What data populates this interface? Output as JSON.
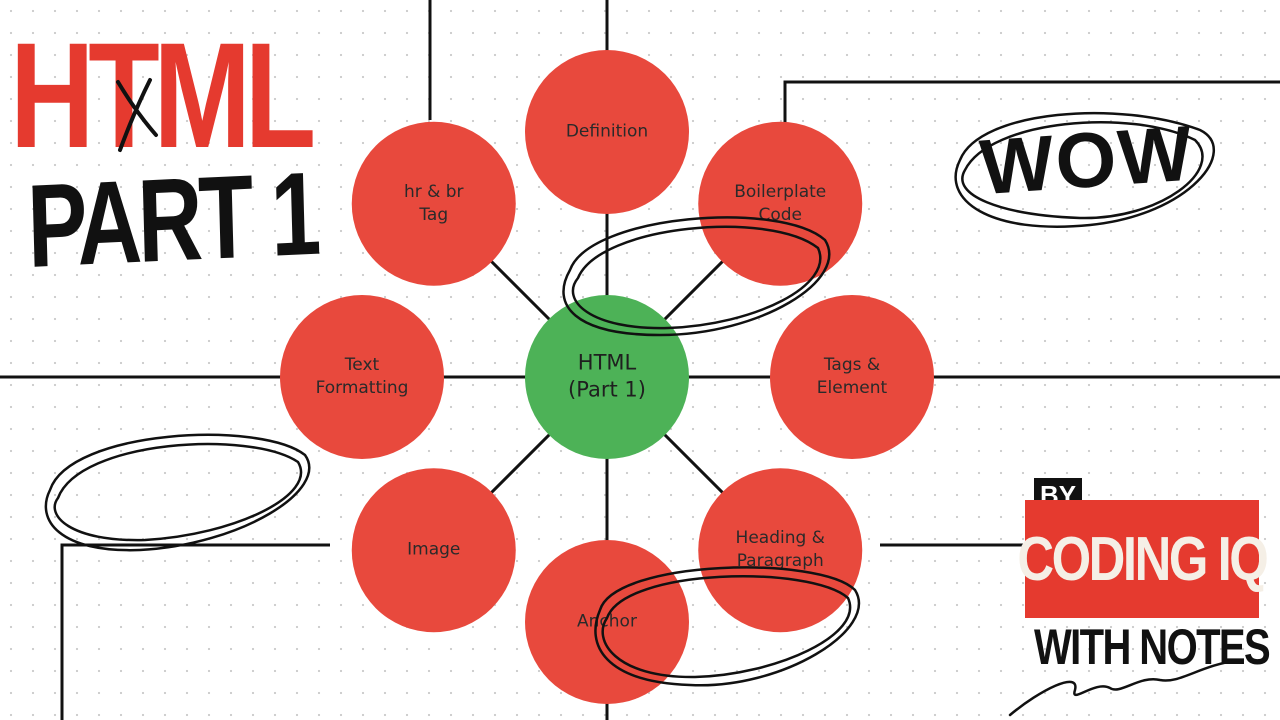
{
  "title": {
    "line1": "HTML",
    "line2": "PART 1"
  },
  "center": {
    "line1": "HTML",
    "line2": "(Part 1)"
  },
  "topics": [
    {
      "line1": "Definition",
      "line2": ""
    },
    {
      "line1": "Boilerplate",
      "line2": "Code"
    },
    {
      "line1": "Tags &",
      "line2": "Element"
    },
    {
      "line1": "Heading &",
      "line2": "Paragraph"
    },
    {
      "line1": "Anchor",
      "line2": ""
    },
    {
      "line1": "Image",
      "line2": ""
    },
    {
      "line1": "Text",
      "line2": "Formatting"
    },
    {
      "line1": "hr & br",
      "line2": "Tag"
    }
  ],
  "wow": "WOW",
  "credit": {
    "by": "BY",
    "brand": "CODING IQ",
    "tagline": "WITH NOTES"
  },
  "colors": {
    "topic_fill": "#e8493d",
    "center_fill": "#4db257",
    "title_red": "#e53a2f",
    "ink": "#111111"
  }
}
